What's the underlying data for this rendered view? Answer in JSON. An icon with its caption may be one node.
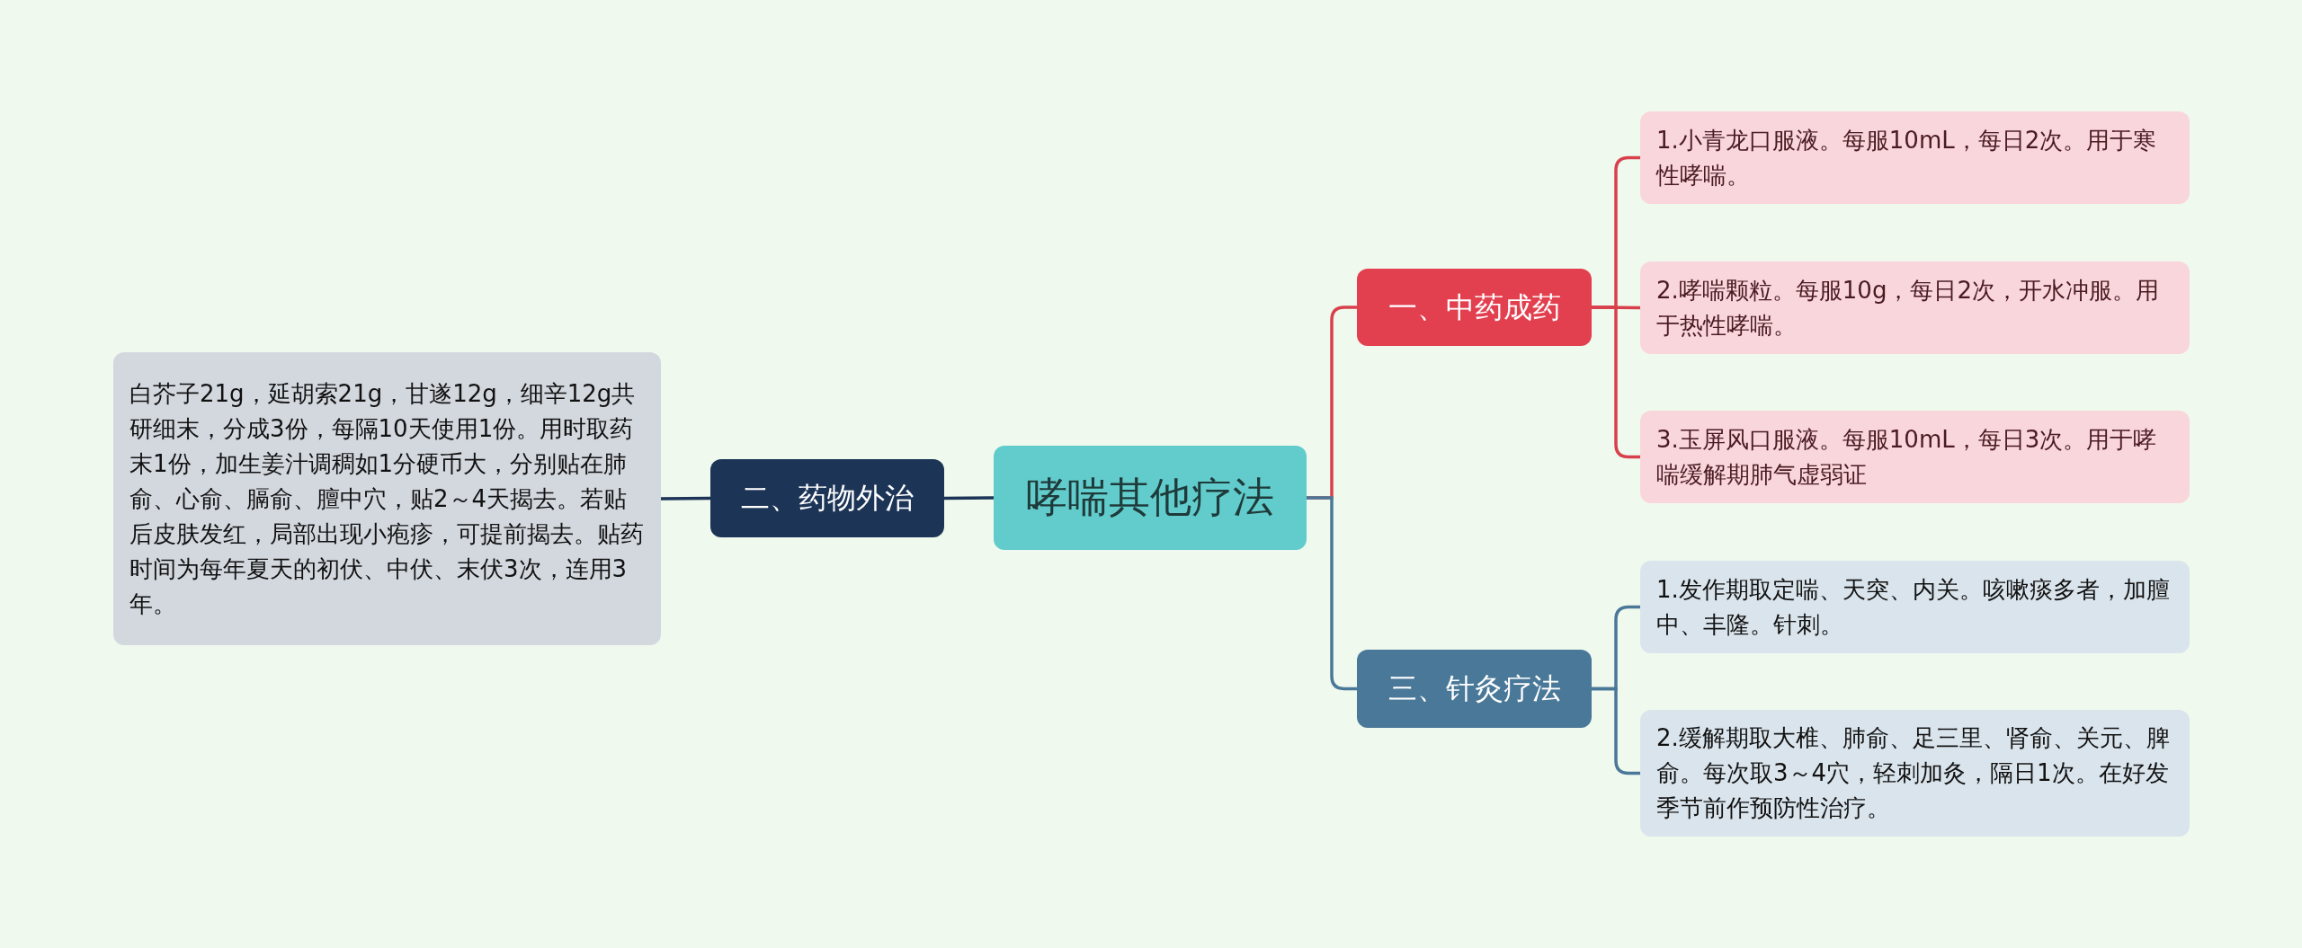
{
  "diagram": {
    "nodes": [
      {
        "text": [
          "哮喘其他疗法"
        ]
      },
      {
        "text": [
          "一、中药成药"
        ]
      },
      {
        "text": [
          "1.小青龙口服液。每服10mL，每日2次。用于寒性哮喘。"
        ]
      },
      {
        "text": [
          "2.哮喘颗粒。每服10g，每日2次，开水冲服。用于热性哮喘。"
        ]
      },
      {
        "text": [
          "3.玉屏风口服液。每服10mL，每日3次。用于哮喘缓解期肺气虚弱证"
        ]
      },
      {
        "text": [
          "二、药物外治"
        ]
      },
      {
        "text": [
          "白芥子21g，延胡索21g，甘遂12g，细辛12g共研细末，分成3份，每隔10天使用1份。用时取药末1份，加生姜汁调稠如1分硬币大，分别贴在肺俞、心俞、膈俞、膻中穴，贴2～4天揭去。若贴后皮肤发红，局部出现小疱疹，可提前揭去。贴药时间为每年夏天的初伏、中伏、末伏3次，连用3年。"
        ]
      },
      {
        "text": [
          "三、针灸疗法"
        ]
      },
      {
        "text": [
          "1.发作期取定喘、天突、内关。咳嗽痰多者，加膻中、丰隆。针刺。"
        ]
      },
      {
        "text": [
          "2.缓解期取大椎、肺俞、足三里、肾俞、关元、脾俞。每次取3～4穴，轻刺加灸，隔日1次。在好发季节前作预防性治疗。"
        ]
      }
    ],
    "edges": [
      {
        "from": 0,
        "to": 1,
        "arrow": "none"
      },
      {
        "from": 1,
        "to": 2,
        "arrow": "none"
      },
      {
        "from": 1,
        "to": 3,
        "arrow": "none"
      },
      {
        "from": 1,
        "to": 4,
        "arrow": "none"
      },
      {
        "from": 0,
        "to": 5,
        "arrow": "none",
        "color": "#1c3557"
      },
      {
        "from": 5,
        "to": 6,
        "arrow": "none",
        "color": "#1c3557"
      },
      {
        "from": 0,
        "to": 7,
        "arrow": "none",
        "color": "#4a7898"
      },
      {
        "from": 7,
        "to": 8,
        "arrow": "none",
        "color": "#4a7898"
      },
      {
        "from": 7,
        "to": 9,
        "arrow": "none",
        "color": "#4a7898"
      }
    ]
  }
}
